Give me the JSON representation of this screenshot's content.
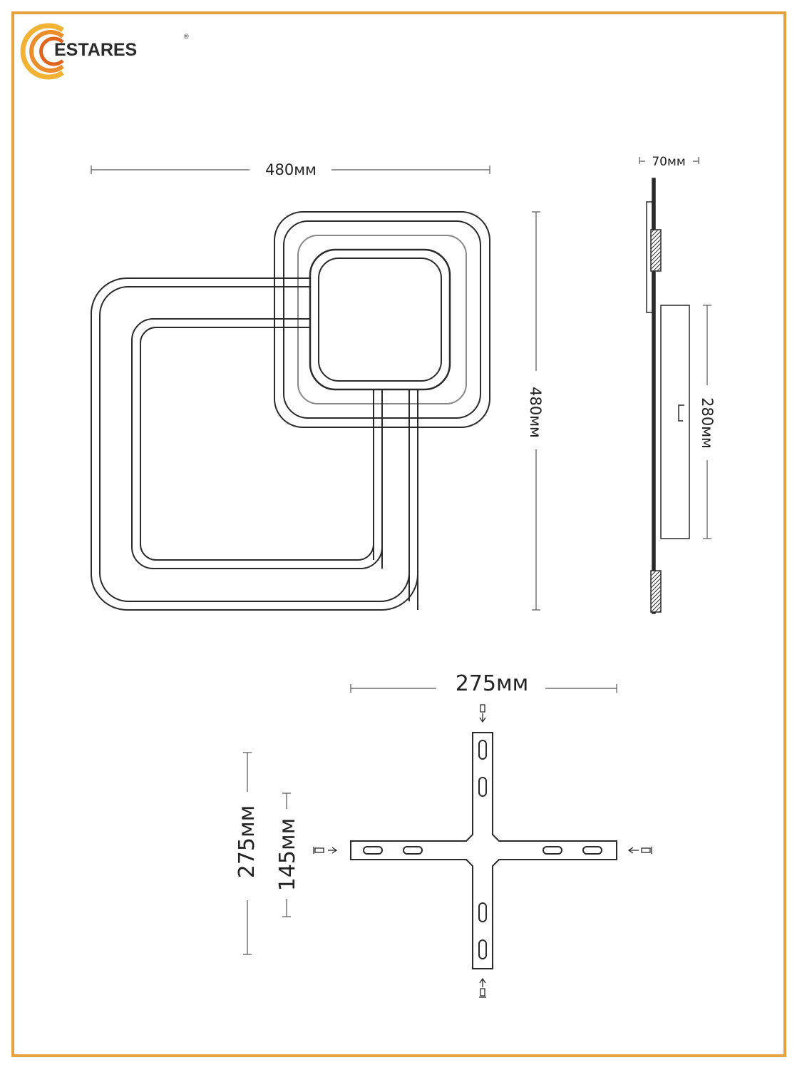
{
  "brand": {
    "name": "ESTARES",
    "registered_mark": "®",
    "accent_color": "#e5a23c",
    "logo_arc_colors": [
      "#f2b233",
      "#ec8d2c",
      "#e0641e"
    ]
  },
  "dimensions": {
    "front_width": "480мм",
    "front_height": "480мм",
    "side_depth": "70мм",
    "side_mount_height": "280мм",
    "bracket_width": "275мм",
    "bracket_height": "275мм",
    "bracket_arm": "145мм"
  },
  "line_color": "#2a2a2a",
  "dim_line_color": "#555555"
}
